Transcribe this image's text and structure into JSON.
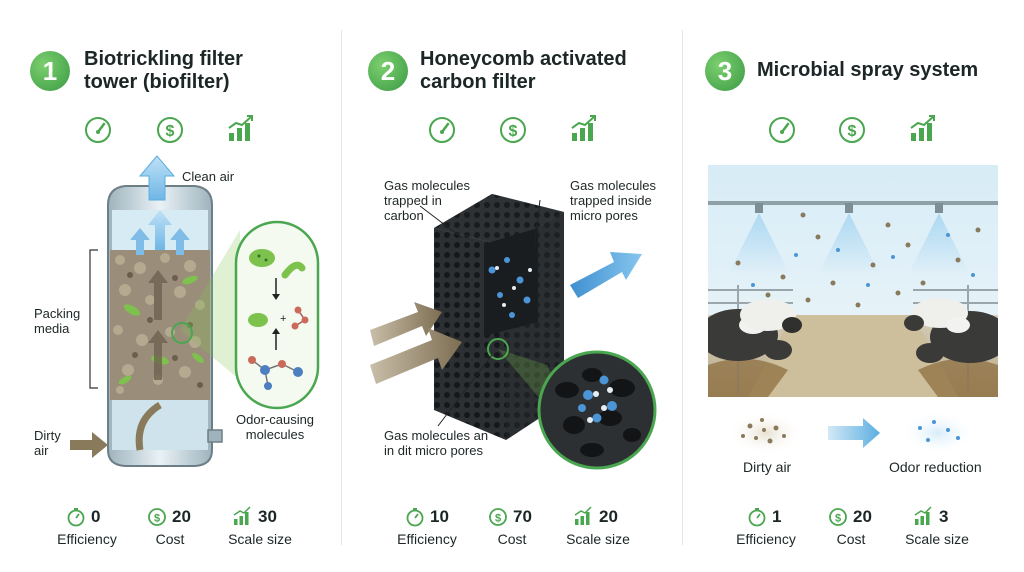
{
  "panels": [
    {
      "number": "1",
      "title_line1": "Biotrickling filter",
      "title_line2": "tower (biofilter)",
      "labels": {
        "clean_air": "Clean air",
        "packing_line1": "Packing",
        "packing_line2": "media",
        "dirty_line1": "Dirty",
        "dirty_line2": "air",
        "odor_line1": "Odor-causing",
        "odor_line2": "molecules"
      },
      "metrics": [
        {
          "value": "0",
          "label": "Efficiency"
        },
        {
          "value": "20",
          "label": "Cost"
        },
        {
          "value": "30",
          "label": "Scale size"
        }
      ]
    },
    {
      "number": "2",
      "title_line1": "Honeycomb activated",
      "title_line2": "carbon filter",
      "labels": {
        "trapped_carbon_line1": "Gas molecules",
        "trapped_carbon_line2": "trapped in",
        "trapped_carbon_line3": "carbon",
        "trapped_pores_line1": "Gas molecules",
        "trapped_pores_line2": "trapped inside",
        "trapped_pores_line3": "micro pores",
        "micro_line1": "Gas molecules an",
        "micro_line2": "in dit micro pores"
      },
      "metrics": [
        {
          "value": "10",
          "label": "Efficiency"
        },
        {
          "value": "70",
          "label": "Cost"
        },
        {
          "value": "20",
          "label": "Scale size"
        }
      ]
    },
    {
      "number": "3",
      "title_line1": "Microbial spray system",
      "labels": {
        "dirty_air": "Dirty air",
        "odor_reduction": "Odor reduction"
      },
      "metrics": [
        {
          "value": "1",
          "label": "Efficiency"
        },
        {
          "value": "20",
          "label": "Cost"
        },
        {
          "value": "3",
          "label": "Scale size"
        }
      ]
    }
  ],
  "colors": {
    "accent_green": "#4aa64f",
    "air_blue": "#5aaee0",
    "carbon_dark": "#2c3033",
    "dirty_brown": "#8a7a5c"
  }
}
